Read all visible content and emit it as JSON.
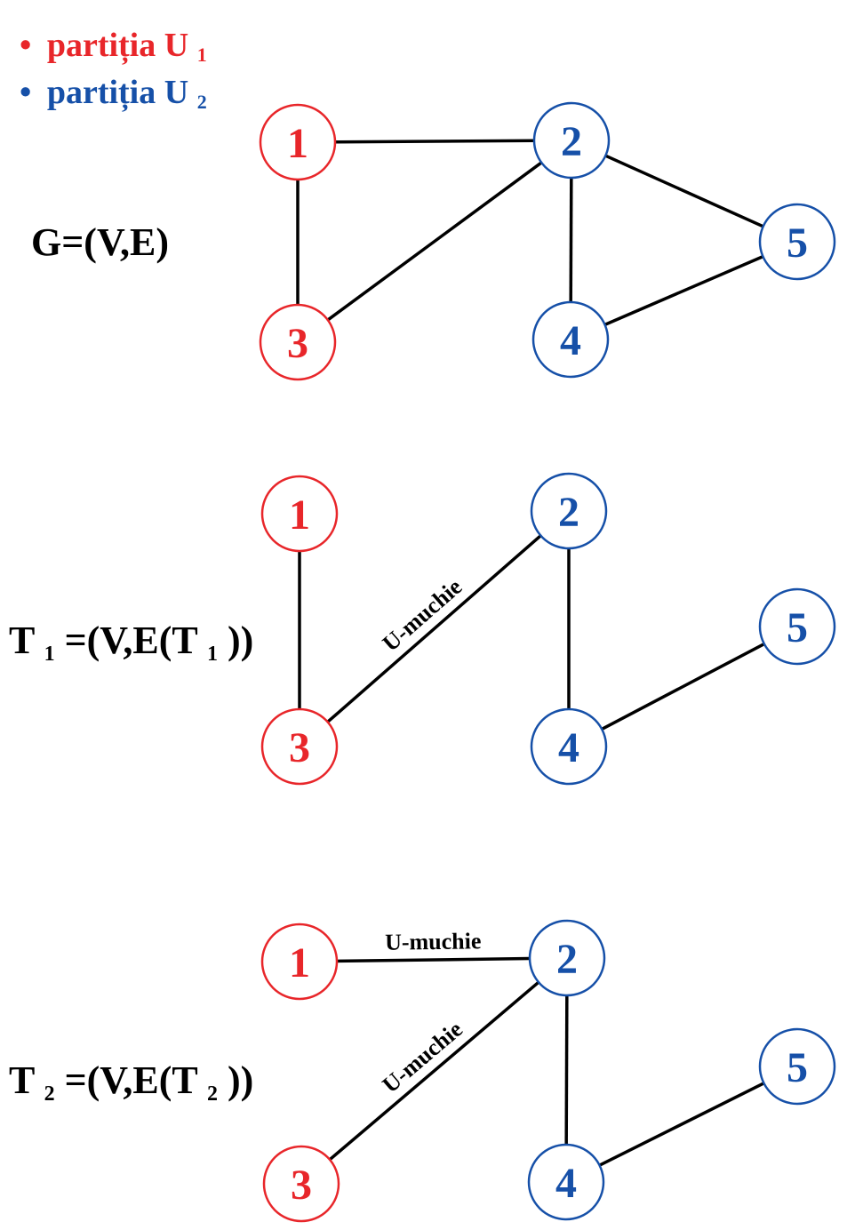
{
  "legend": {
    "u1": {
      "bullet": "•",
      "text": "partiția U",
      "sub": "1",
      "color": "#e8262a"
    },
    "u2": {
      "bullet": "•",
      "text": "partiția U",
      "sub": "2",
      "color": "#1650a8"
    }
  },
  "colors": {
    "u1": "#e8262a",
    "u2": "#1650a8",
    "edge": "#000000",
    "node_fill": "#ffffff"
  },
  "graphs": [
    {
      "label": {
        "main": "G=(V,E)"
      },
      "nodes": [
        {
          "id": "1",
          "label": "1",
          "partition": "u1"
        },
        {
          "id": "2",
          "label": "2",
          "partition": "u2"
        },
        {
          "id": "3",
          "label": "3",
          "partition": "u1"
        },
        {
          "id": "4",
          "label": "4",
          "partition": "u2"
        },
        {
          "id": "5",
          "label": "5",
          "partition": "u2"
        }
      ],
      "edges": [
        {
          "from": "1",
          "to": "2"
        },
        {
          "from": "1",
          "to": "3"
        },
        {
          "from": "2",
          "to": "3"
        },
        {
          "from": "2",
          "to": "4"
        },
        {
          "from": "2",
          "to": "5"
        },
        {
          "from": "4",
          "to": "5"
        }
      ]
    },
    {
      "label": {
        "t": "T",
        "sub1": "1",
        "mid": "=(V,E(T",
        "sub2": "1",
        "end": "))"
      },
      "nodes": [
        {
          "id": "1",
          "label": "1",
          "partition": "u1"
        },
        {
          "id": "2",
          "label": "2",
          "partition": "u2"
        },
        {
          "id": "3",
          "label": "3",
          "partition": "u1"
        },
        {
          "id": "4",
          "label": "4",
          "partition": "u2"
        },
        {
          "id": "5",
          "label": "5",
          "partition": "u2"
        }
      ],
      "edges": [
        {
          "from": "1",
          "to": "3"
        },
        {
          "from": "2",
          "to": "3",
          "label": "U-muchie"
        },
        {
          "from": "2",
          "to": "4"
        },
        {
          "from": "4",
          "to": "5"
        }
      ]
    },
    {
      "label": {
        "t": "T",
        "sub1": "2",
        "mid": "=(V,E(T",
        "sub2": "2",
        "end": "))"
      },
      "nodes": [
        {
          "id": "1",
          "label": "1",
          "partition": "u1"
        },
        {
          "id": "2",
          "label": "2",
          "partition": "u2"
        },
        {
          "id": "3",
          "label": "3",
          "partition": "u1"
        },
        {
          "id": "4",
          "label": "4",
          "partition": "u2"
        },
        {
          "id": "5",
          "label": "5",
          "partition": "u2"
        }
      ],
      "edges": [
        {
          "from": "1",
          "to": "2",
          "label": "U-muchie"
        },
        {
          "from": "2",
          "to": "3",
          "label": "U-muchie"
        },
        {
          "from": "2",
          "to": "4"
        },
        {
          "from": "4",
          "to": "5"
        }
      ]
    }
  ]
}
